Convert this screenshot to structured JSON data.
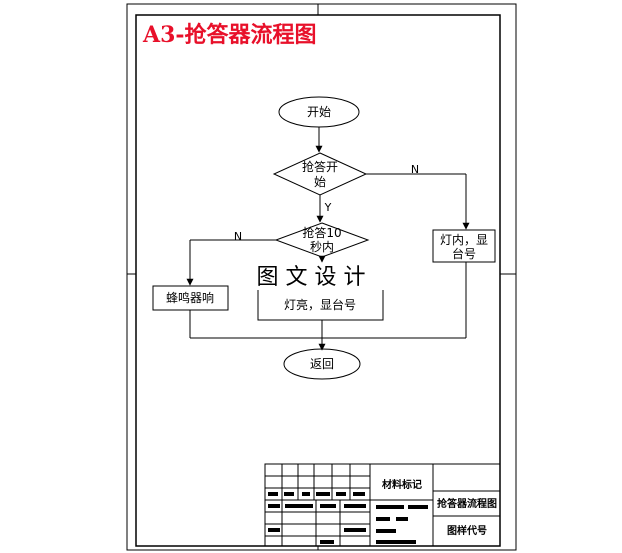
{
  "drawing": {
    "title": "A3-抢答器流程图",
    "title_color": "#e8102a",
    "watermark": "图 文 设 计"
  },
  "flowchart": {
    "start": "开始",
    "decision1_line1": "抢答开",
    "decision1_line2": "始",
    "decision2_line1": "抢答10",
    "decision2_line2": "秒内",
    "yes_label": "Y",
    "no_label_1": "N",
    "no_label_2": "N",
    "right_box_line1": "灯内，显",
    "right_box_line2": "台号",
    "buzzer": "蜂鸣器响",
    "light_box": "灯亮，显台号",
    "end": "返回"
  },
  "title_block": {
    "material_mark": "材料标记",
    "drawing_name": "抢答器流程图",
    "drawing_code": "图样代号"
  }
}
